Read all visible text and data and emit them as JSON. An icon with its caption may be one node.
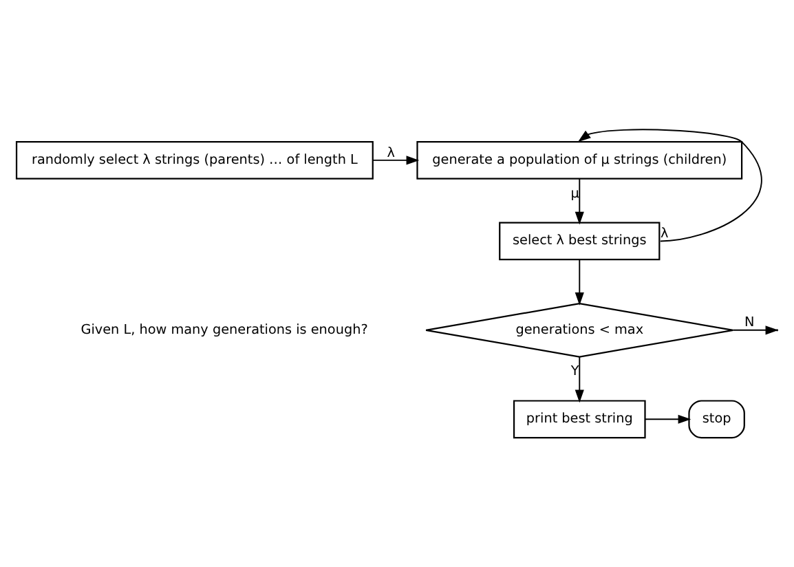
{
  "diagram": {
    "nodes": [
      {
        "text": [
          "randomly select λ strings (parents) … of length L"
        ]
      },
      {
        "text": [
          "generate a population of μ strings (children)"
        ]
      },
      {
        "text": [
          "select λ best strings"
        ]
      },
      {
        "text": [
          "generations < max"
        ]
      },
      {
        "text": [
          "print best string"
        ]
      },
      {
        "text": [
          "stop"
        ]
      }
    ],
    "edges": [
      {
        "from": 0,
        "to": 1,
        "arrow": "to",
        "label": "λ"
      },
      {
        "from": 1,
        "to": 2,
        "arrow": "to",
        "label": "μ"
      },
      {
        "from": 2,
        "to": 3,
        "arrow": "to"
      },
      {
        "from": 2,
        "to": 1,
        "arrow": "to",
        "label": "λ"
      },
      {
        "from": 3,
        "to": null,
        "arrow": "to",
        "label": "N"
      },
      {
        "from": 3,
        "to": 4,
        "arrow": "to",
        "label": "Y"
      },
      {
        "from": 4,
        "to": 5,
        "arrow": "to"
      }
    ],
    "labels": [
      "Given L, how many generations is enough?"
    ]
  }
}
